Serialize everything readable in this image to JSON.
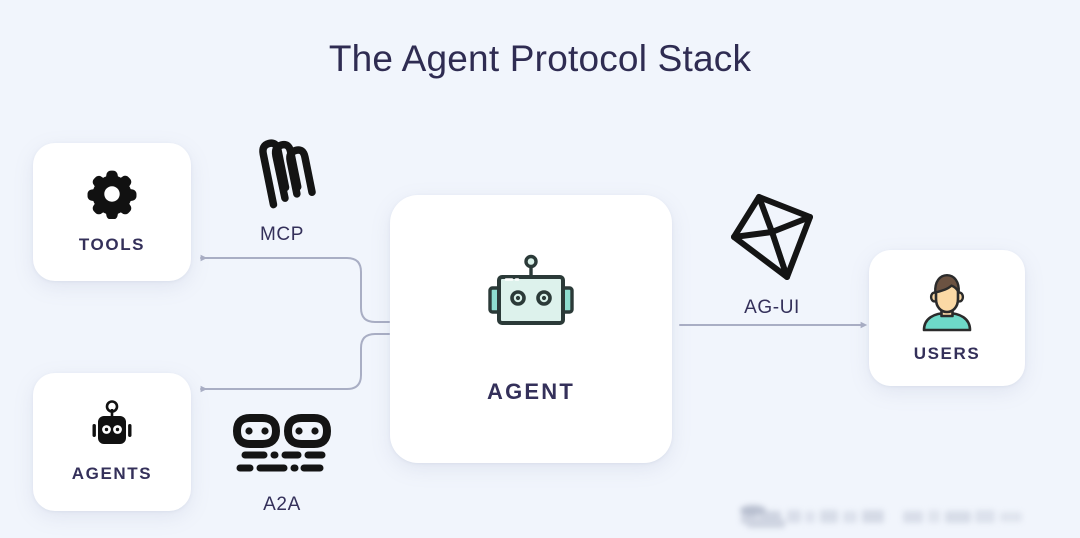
{
  "page": {
    "title": "The Agent Protocol Stack",
    "background_color": "#f1f5fc",
    "title_color": "#2f2c52"
  },
  "nodes": [
    {
      "id": "tools",
      "label": "TOOLS",
      "icon": "gear-icon",
      "icon_color": "#111111",
      "position": "left-top"
    },
    {
      "id": "agents",
      "label": "AGENTS",
      "icon": "robot-head-solid-icon",
      "icon_color": "#111111",
      "position": "left-bottom"
    },
    {
      "id": "agent",
      "label": "AGENT",
      "icon": "robot-head-mint-icon",
      "icon_color": "#2b3a38",
      "icon_fill": "#d8f0e8",
      "position": "center"
    },
    {
      "id": "users",
      "label": "USERS",
      "icon": "user-avatar-icon",
      "icon_hair_color": "#6b5241",
      "icon_skin_color": "#fbd9a5",
      "icon_shirt_color": "#6ed9c8",
      "position": "right"
    }
  ],
  "protocols": [
    {
      "id": "mcp",
      "label": "MCP",
      "logo": "mcp-logo",
      "logo_color": "#141414",
      "connects": "agent-to-tools"
    },
    {
      "id": "a2a",
      "label": "A2A",
      "logo": "a2a-logo",
      "logo_color": "#141414",
      "connects": "agent-to-agents"
    },
    {
      "id": "ag-ui",
      "label": "AG-UI",
      "logo": "ag-ui-diamond-logo",
      "logo_color": "#141414",
      "connects": "agent-to-users"
    }
  ],
  "connectors": [
    {
      "id": "agent-to-tools",
      "from": "agent",
      "to": "tools",
      "direction": "left",
      "style": "elbow-rounded",
      "color": "#a9aec4"
    },
    {
      "id": "agent-to-agents",
      "from": "agent",
      "to": "agents",
      "direction": "left",
      "style": "elbow-rounded",
      "color": "#a9aec4"
    },
    {
      "id": "agent-to-users",
      "from": "agent",
      "to": "users",
      "direction": "right",
      "style": "straight",
      "color": "#a9aec4"
    }
  ],
  "watermark": {
    "text": "",
    "state": "blurred-illegible"
  }
}
